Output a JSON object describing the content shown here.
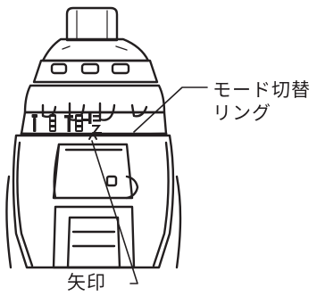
{
  "callouts": {
    "mode_ring_line1": "モード切替",
    "mode_ring_line2": "リング",
    "arrow_mark": "矢印"
  },
  "ring_symbols": [
    "drill-mode-symbol",
    "hammer-mode-symbol",
    "screwdriver-mode-symbol",
    "clutch-mode-symbol"
  ],
  "colors": {
    "outline": "#231f20",
    "background": "#ffffff"
  }
}
